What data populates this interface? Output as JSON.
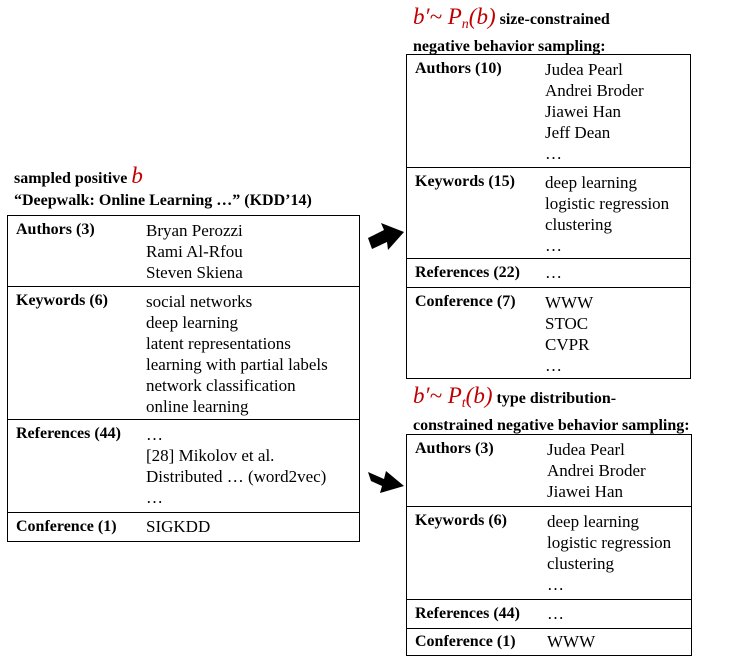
{
  "positive": {
    "heading_line1": "sampled positive",
    "heading_symbol": "b",
    "heading_line2": "“Deepwalk: Online Learning …” (KDD’14)",
    "sections": [
      {
        "label": "Authors (3)",
        "items": [
          "Bryan Perozzi",
          "Rami Al-Rfou",
          "Steven Skiena"
        ]
      },
      {
        "label": "Keywords (6)",
        "items": [
          "social networks",
          "deep learning",
          "latent representations",
          "learning with partial labels",
          "network classification",
          "online learning"
        ]
      },
      {
        "label": "References (44)",
        "items": [
          "…",
          "[28] Mikolov et al.",
          "Distributed … (word2vec)",
          "…"
        ]
      },
      {
        "label": "Conference (1)",
        "items": [
          "SIGKDD"
        ]
      }
    ]
  },
  "size_negative": {
    "heading_symbol": "b′~ P",
    "heading_sub": "n",
    "heading_arg": "(b)",
    "heading_line1": " size-constrained",
    "heading_line2": "negative behavior sampling:",
    "sections": [
      {
        "label": "Authors (10)",
        "items": [
          "Judea Pearl",
          "Andrei Broder",
          "Jiawei Han",
          "Jeff Dean",
          "…"
        ]
      },
      {
        "label": "Keywords (15)",
        "items": [
          "deep learning",
          "logistic regression",
          "clustering",
          "…"
        ]
      },
      {
        "label": "References (22)",
        "items": [
          "…"
        ]
      },
      {
        "label": "Conference (7)",
        "items": [
          "WWW",
          "STOC",
          "CVPR",
          "…"
        ]
      }
    ]
  },
  "type_negative": {
    "heading_symbol": "b′~ P",
    "heading_sub": "t",
    "heading_arg": "(b)",
    "heading_line1": " type distribution-",
    "heading_line2": "constrained negative behavior sampling:",
    "sections": [
      {
        "label": "Authors (3)",
        "items": [
          "Judea Pearl",
          "Andrei Broder",
          "Jiawei Han"
        ]
      },
      {
        "label": "Keywords (6)",
        "items": [
          "deep learning",
          "logistic regression",
          "clustering",
          "…"
        ]
      },
      {
        "label": "References (44)",
        "items": [
          "…"
        ]
      },
      {
        "label": "Conference (1)",
        "items": [
          "WWW"
        ]
      }
    ]
  },
  "colors": {
    "symbol": "#c00000",
    "border": "#000000"
  }
}
